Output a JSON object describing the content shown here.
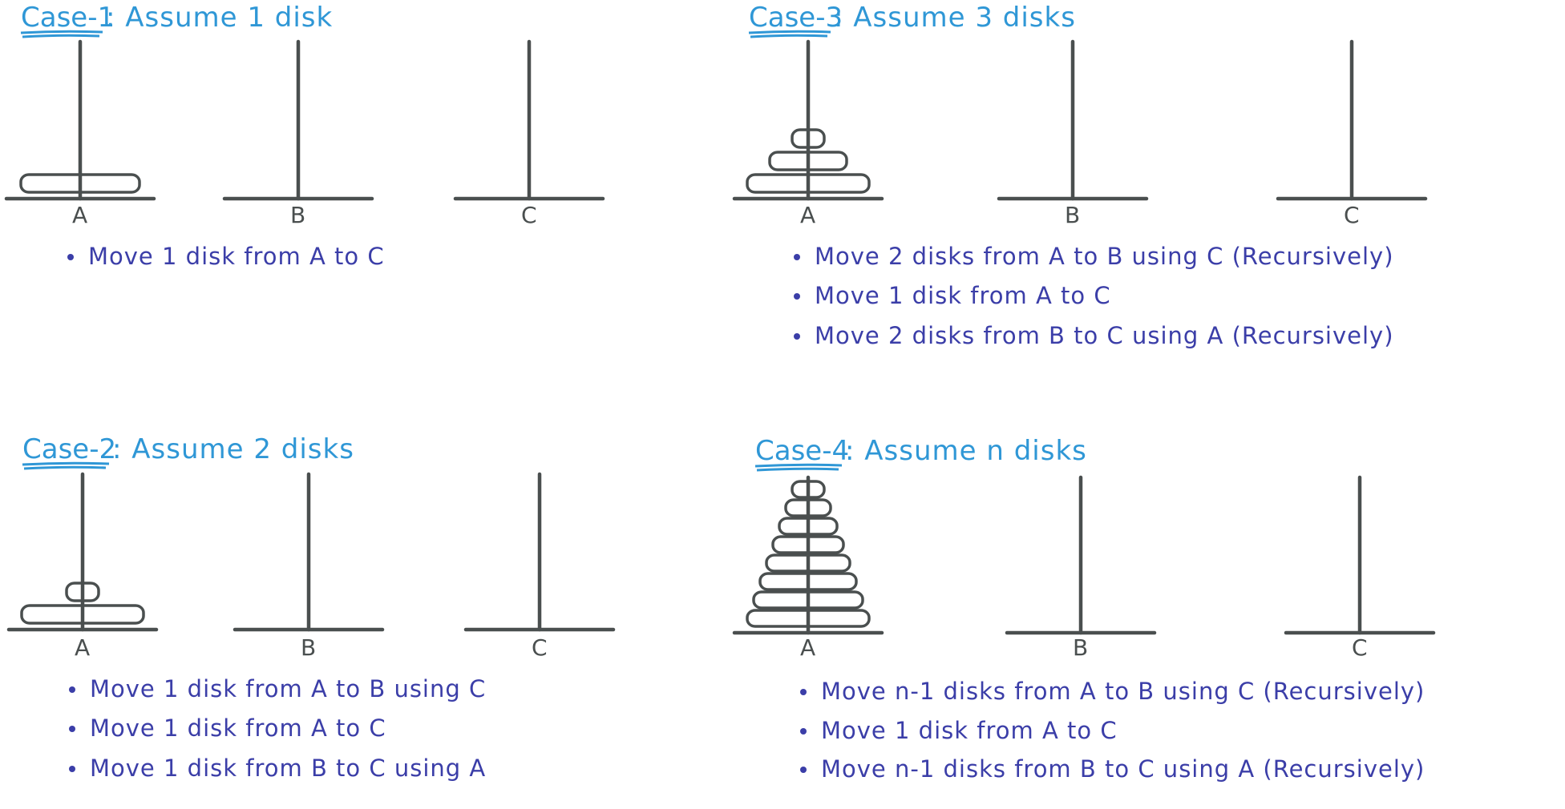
{
  "cases": [
    {
      "id": "case1",
      "case_label": "Case-1",
      "title_rest": ": Assume 1 disk",
      "pegs": [
        "A",
        "B",
        "C"
      ],
      "disk_count": 1,
      "steps": [
        "Move 1 disk from A to C"
      ]
    },
    {
      "id": "case3",
      "case_label": "Case-3",
      "title_rest": ": Assume 3 disks",
      "pegs": [
        "A",
        "B",
        "C"
      ],
      "disk_count": 3,
      "steps": [
        "Move 2 disks from A to B using C (Recursively)",
        "Move 1 disk from A to C",
        "Move 2 disks from B to C using A (Recursively)"
      ]
    },
    {
      "id": "case2",
      "case_label": "Case-2",
      "title_rest": ": Assume 2 disks",
      "pegs": [
        "A",
        "B",
        "C"
      ],
      "disk_count": 2,
      "steps": [
        "Move 1 disk from A to B using C",
        "Move 1 disk from A to C",
        "Move 1 disk from B to C using A"
      ]
    },
    {
      "id": "case4",
      "case_label": "Case-4",
      "title_rest": ": Assume n disks",
      "pegs": [
        "A",
        "B",
        "C"
      ],
      "disk_count": 8,
      "steps": [
        "Move n-1 disks from A to B using C (Recursively)",
        "Move 1 disk from A to C",
        "Move n-1 disks from B to C using A (Recursively)"
      ]
    }
  ],
  "colors": {
    "title": "#2f97d6",
    "steps": "#3b3ea8",
    "pegs": "#4a4f4f"
  }
}
